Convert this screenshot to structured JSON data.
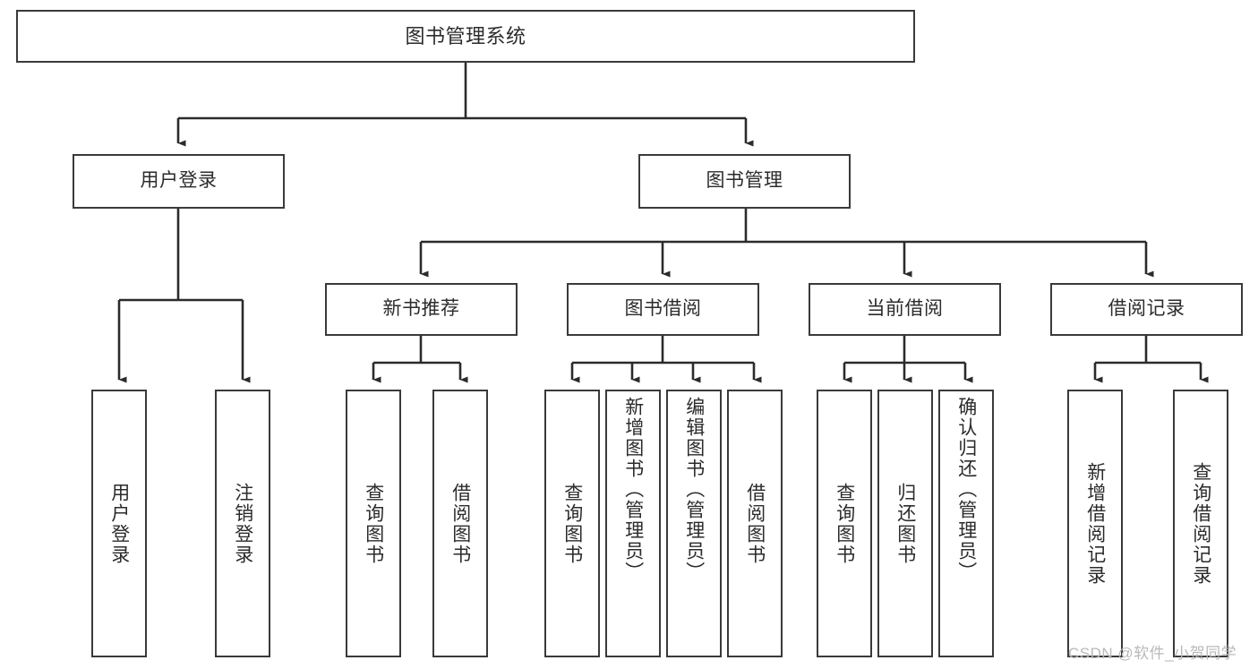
{
  "diagram": {
    "type": "tree-hierarchy",
    "title": "图书管理系统",
    "watermark": "CSDN @软件_小贺同学",
    "colors": {
      "box_border": "#3a3a3a",
      "box_fill": "#ffffff",
      "text": "#2b2b2b",
      "connector": "#2b2b2b",
      "watermark": "#b9b9b9",
      "canvas": "#ffffff"
    },
    "root": {
      "label": "图书管理系统"
    },
    "level2": [
      {
        "label": "用户登录"
      },
      {
        "label": "图书管理"
      }
    ],
    "level3": [
      {
        "label": "新书推荐"
      },
      {
        "label": "图书借阅"
      },
      {
        "label": "当前借阅"
      },
      {
        "label": "借阅记录"
      }
    ],
    "leaves": {
      "user_login": [
        {
          "label": "用户登录"
        },
        {
          "label": "注销登录"
        }
      ],
      "new_book_recommend": [
        {
          "label": "查询图书"
        },
        {
          "label": "借阅图书"
        }
      ],
      "book_borrow": [
        {
          "label": "查询图书"
        },
        {
          "label": "新增图书（管理员）"
        },
        {
          "label": "编辑图书（管理员）"
        },
        {
          "label": "借阅图书"
        }
      ],
      "current_borrow": [
        {
          "label": "查询图书"
        },
        {
          "label": "归还图书"
        },
        {
          "label": "确认归还（管理员）"
        }
      ],
      "borrow_record": [
        {
          "label": "新增借阅记录"
        },
        {
          "label": "查询借阅记录"
        }
      ]
    }
  }
}
